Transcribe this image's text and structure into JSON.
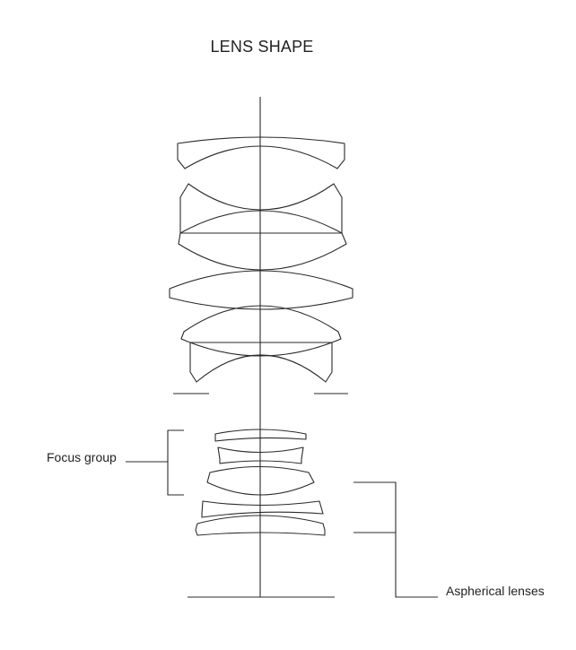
{
  "diagram": {
    "title": "LENS SHAPE",
    "labels": {
      "focus_group": "Focus group",
      "aspherical_lenses": "Aspherical lenses"
    }
  }
}
